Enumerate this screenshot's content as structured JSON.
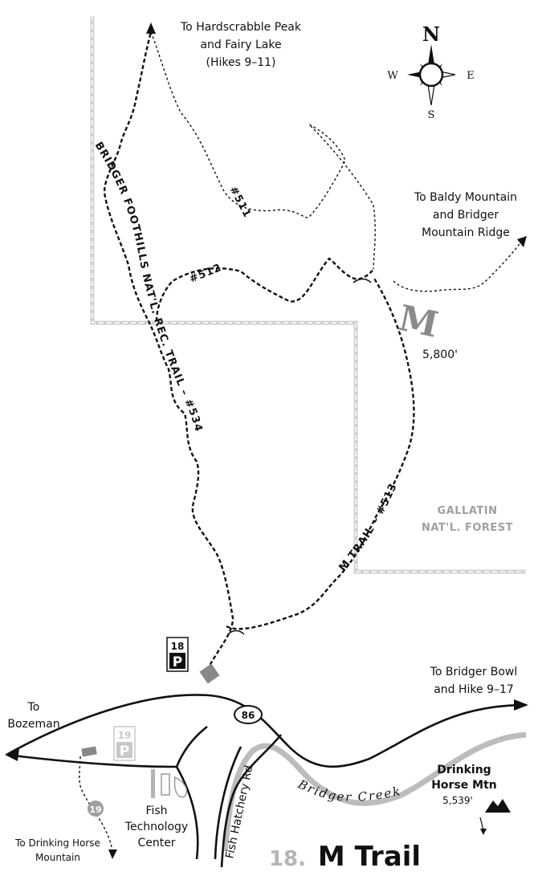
{
  "map": {
    "compass": {
      "n": "N",
      "s": "S",
      "e": "E",
      "w": "W"
    },
    "labels": {
      "hardscrabble": [
        "To Hardscrabble Peak",
        "and Fairy Lake",
        "(Hikes 9–11)"
      ],
      "baldy": [
        "To Baldy Mountain",
        "and Bridger",
        "Mountain Ridge"
      ],
      "bridger_bowl": [
        "To Bridger Bowl",
        "and Hike 9–17"
      ],
      "bozeman": [
        "To",
        "Bozeman"
      ],
      "drinking_horse_to": [
        "To Drinking Horse",
        "Mountain"
      ],
      "fish_center": [
        "Fish",
        "Technology",
        "Center"
      ],
      "fish_hatchery_rd": "Fish Hatchery Rd",
      "bridger_creek": "Bridger Creek",
      "gallatin": [
        "GALLATIN",
        "NAT'L. FOREST"
      ],
      "m_letter": "M",
      "m_elev": "5,800'",
      "drinking_horse_peak": [
        "Drinking",
        "Horse Mtn"
      ],
      "drinking_horse_elev": "5,539'",
      "trail_511": "#511",
      "trail_512": "#512",
      "trail_534": "BRIDGER FOOTHILLS NAT'L. REC. TRAIL – #534",
      "trail_513": "M TRAIL – #513",
      "highway": "86"
    },
    "parking": [
      {
        "num": "18",
        "symbol": "P"
      },
      {
        "num": "19",
        "symbol": "P"
      }
    ],
    "trailhead_marker": "19",
    "title": {
      "num": "18.",
      "name": "M Trail"
    }
  }
}
